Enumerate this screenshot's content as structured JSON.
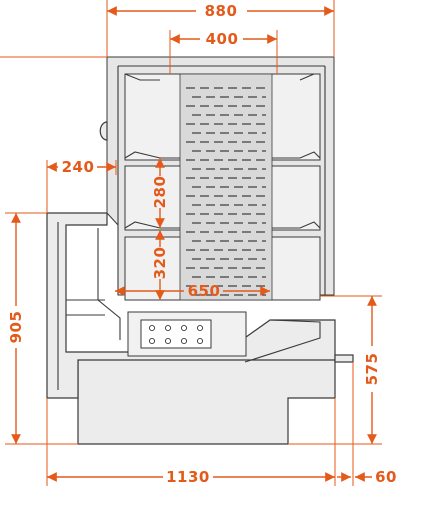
{
  "colors": {
    "dimension": "#e45a1a",
    "outline": "#3a3a3a",
    "fill": "#ececec"
  },
  "dimensions": {
    "total_width": "880",
    "light_panel_width": "400",
    "shelf_depth": "240",
    "shelf_spacing_upper": "280",
    "shelf_spacing_lower": "320",
    "working_depth": "650",
    "counter_height": "905",
    "base_height": "575",
    "overall_depth": "1130",
    "rear_offset": "60"
  }
}
